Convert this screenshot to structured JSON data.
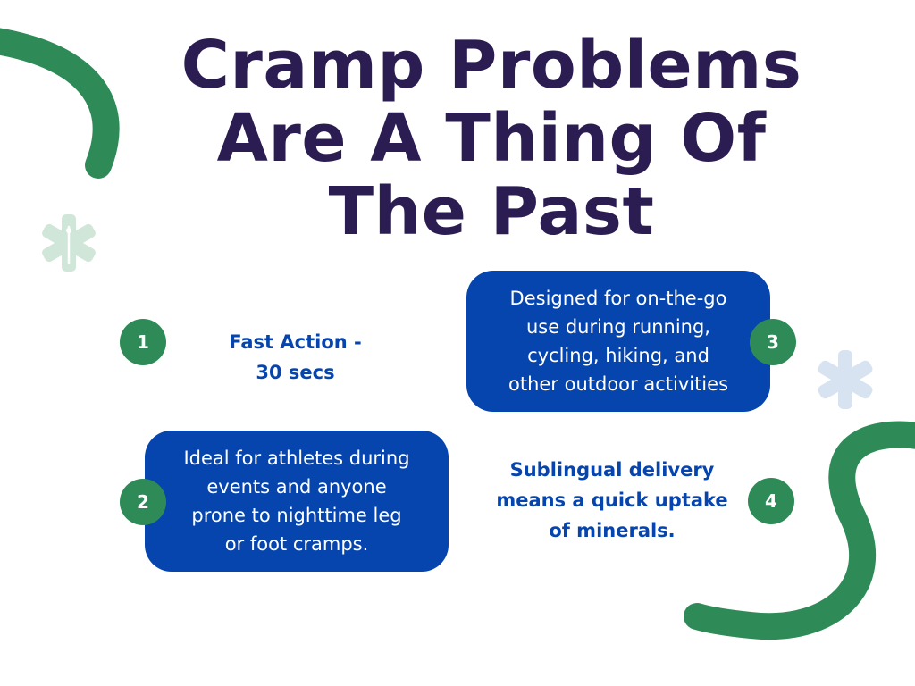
{
  "title": {
    "lines": [
      "Cramp Problems",
      "Are A Thing Of",
      "The Past"
    ]
  },
  "colors": {
    "title": "#2b1d52",
    "accent_green": "#2e8b57",
    "card_blue": "#0645ad",
    "light_icon": "#d7e3f0",
    "light_green_icon": "#cfe6d8"
  },
  "features": [
    {
      "number": "1",
      "style": "plain",
      "lines": [
        "Fast Action -",
        "30 secs"
      ]
    },
    {
      "number": "2",
      "style": "card",
      "lines": [
        "Ideal for athletes during",
        "events and anyone",
        "prone to nighttime leg",
        "or foot cramps."
      ]
    },
    {
      "number": "3",
      "style": "card",
      "lines": [
        "Designed for on-the-go",
        "use during running,",
        "cycling, hiking, and",
        "other outdoor activities"
      ]
    },
    {
      "number": "4",
      "style": "plain",
      "lines": [
        "Sublingual delivery",
        "means a quick uptake",
        "of minerals."
      ]
    }
  ],
  "decorations": [
    "green-curve-top-left",
    "star-of-life-icon",
    "asterisk-icon",
    "green-squiggle-bottom-right"
  ]
}
